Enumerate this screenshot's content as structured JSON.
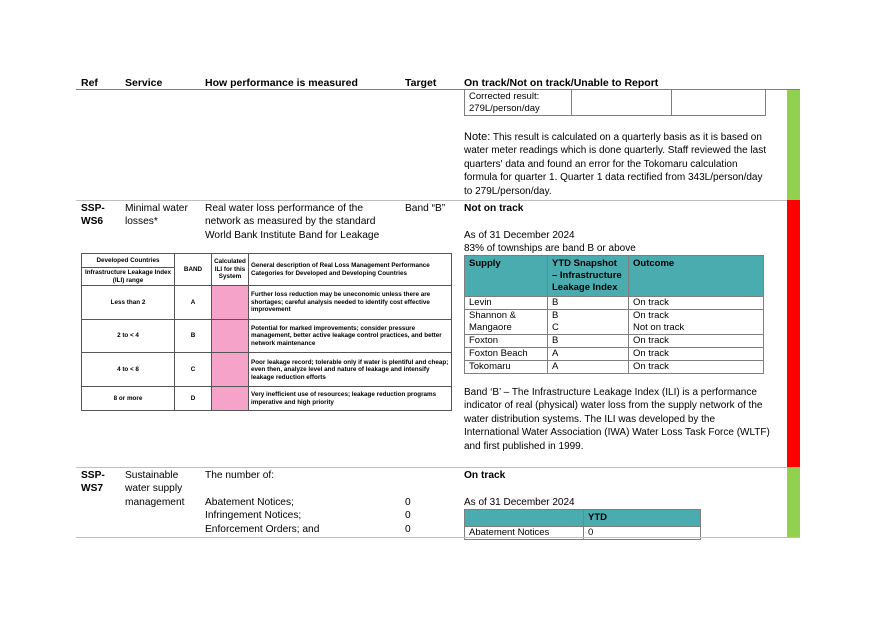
{
  "header": {
    "ref": "Ref",
    "service": "Service",
    "measure": "How performance is measured",
    "target": "Target",
    "status": "On track/Not on track/Unable to Report"
  },
  "top": {
    "corrected": "Corrected result:",
    "corrected_value": "279L/person/day",
    "note_label": "Note:",
    "note_lines": [
      " This result is calculated on a quarterly basis as it is based on",
      "water meter readings which is done quarterly. Staff reviewed the last",
      "quarters' data and found an error for the Tokomaru calculation",
      "formula for quarter 1. Quarter 1 data rectified from 343L/person/day",
      "to 279L/person/day."
    ]
  },
  "ws6": {
    "ref1": "SSP-",
    "ref2": "WS6",
    "service1": "Minimal water",
    "service2": "losses*",
    "measure_lines": [
      "Real water loss performance of the",
      "network as measured by the standard",
      "World Bank Institute Band for Leakage"
    ],
    "target": "Band “B”",
    "status": "Not on track",
    "asof": "As of 31 December 2024",
    "summary": "83% of townships are band B or above",
    "table_headers": [
      "Supply",
      "YTD Snapshot – Infrastructure Leakage Index",
      "Outcome"
    ],
    "table_rows": [
      [
        "Levin",
        "B",
        "On track"
      ],
      [
        "Shannon &",
        "B",
        "On track"
      ],
      [
        "Mangaore",
        "C",
        "Not on track"
      ],
      [
        "Foxton",
        "B",
        "On track"
      ],
      [
        "Foxton Beach",
        "A",
        "On track"
      ],
      [
        "Tokomaru",
        "A",
        "On track"
      ]
    ],
    "band_lines": [
      "Band ‘B’ – The Infrastructure Leakage Index (ILI) is a performance",
      "indicator of real (physical) water loss from the supply network of the",
      "water distribution systems. The ILI was developed by the",
      "International Water Association (IWA) Water Loss Task Force (WLTF)",
      "and first published in 1999."
    ],
    "ili": {
      "h_dev": "Developed Countries",
      "h_range": "Infrastructure Leakage Index (ILI) range",
      "h_band": "BAND",
      "h_calc": "Calculated ILI for this System",
      "h_desc": "General description of Real Loss Management Performance Categories for Developed and Developing Countries",
      "rows": [
        {
          "range": "Less than 2",
          "band": "A",
          "desc": "Further loss reduction may be uneconomic unless there are shortages; careful analysis needed to identify cost effective improvement"
        },
        {
          "range": "2 to < 4",
          "band": "B",
          "desc": "Potential for marked improvements; consider pressure management, better active leakage control practices, and better network maintenance"
        },
        {
          "range": "4 to < 8",
          "band": "C",
          "desc": "Poor leakage record; tolerable only if water is plentiful and cheap; even then, analyze level and nature of leakage and intensify leakage reduction efforts"
        },
        {
          "range": "8 or more",
          "band": "D",
          "desc": "Very inefficient use of resources; leakage reduction programs imperative and high priority"
        }
      ]
    }
  },
  "ws7": {
    "ref1": "SSP-",
    "ref2": "WS7",
    "service_lines": [
      "Sustainable",
      "water supply",
      "management"
    ],
    "measure_intro": "The number of:",
    "measures": [
      "Abatement Notices;",
      "Infringement Notices;",
      "Enforcement Orders; and"
    ],
    "targets": [
      "0",
      "0",
      "0"
    ],
    "status": "On track",
    "asof": "As of 31 December 2024",
    "table_header": "YTD",
    "table_rows": [
      [
        "Abatement Notices",
        "0"
      ]
    ]
  },
  "colors": {
    "green": "#92d050",
    "red": "#ff0000",
    "teal": "#4bacb0",
    "pink": "#f5a3c9"
  }
}
